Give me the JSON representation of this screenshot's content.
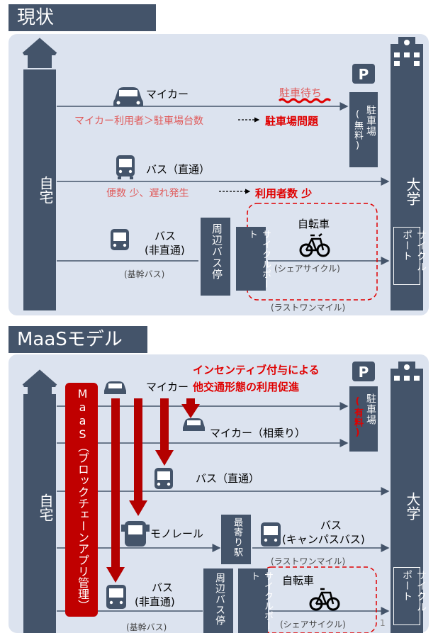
{
  "current": {
    "title": "現状",
    "home": "自宅",
    "university": "大学",
    "parking": "駐車場",
    "parking_free": "(無料)",
    "car_label": "マイカー",
    "parking_wait": "駐車待ち",
    "car_users": "マイカー利用者＞駐車場台数",
    "parking_problem": "駐車場問題",
    "bus_direct": "バス（直通）",
    "bus_issue": "便数 少、遅れ発生",
    "users_few": "利用者数 少",
    "bus_indirect_1": "バス",
    "bus_indirect_2": "(非直通)",
    "trunk_bus": "(基幹バス)",
    "bus_stop": "周辺バス停",
    "cycle_port": "サイクルポート",
    "bicycle": "自転車",
    "share_cycle": "(シェアサイクル)",
    "last_mile": "(ラストワンマイル)",
    "univ_cycle_port": "サイクルポート"
  },
  "maas": {
    "title": "MaaSモデル",
    "home": "自宅",
    "university": "大学",
    "app": "MaaS（ブロックチェーンアプリ管理）",
    "incentive_1": "インセンティブ付与による",
    "incentive_2": "他交通形態の利用促進",
    "car_label": "マイカー",
    "carpool": "マイカー（相乗り）",
    "parking": "駐車場",
    "parking_paid": "(有料)",
    "bus_direct": "バス（直通）",
    "monorail": "モノレール",
    "nearest_station": "最寄り駅",
    "campus_bus_1": "バス",
    "campus_bus_2": "(キャンパスバス)",
    "last_mile": "(ラストワンマイル)",
    "bus_indirect_1": "バス",
    "bus_indirect_2": "(非直通)",
    "trunk_bus": "(基幹バス)",
    "bus_stop": "周辺バス停",
    "cycle_port": "サイクルポート",
    "bicycle": "自転車",
    "share_cycle": "(シェアサイクル)",
    "univ_cycle_port": "サイクルポート",
    "page_num": "1"
  }
}
